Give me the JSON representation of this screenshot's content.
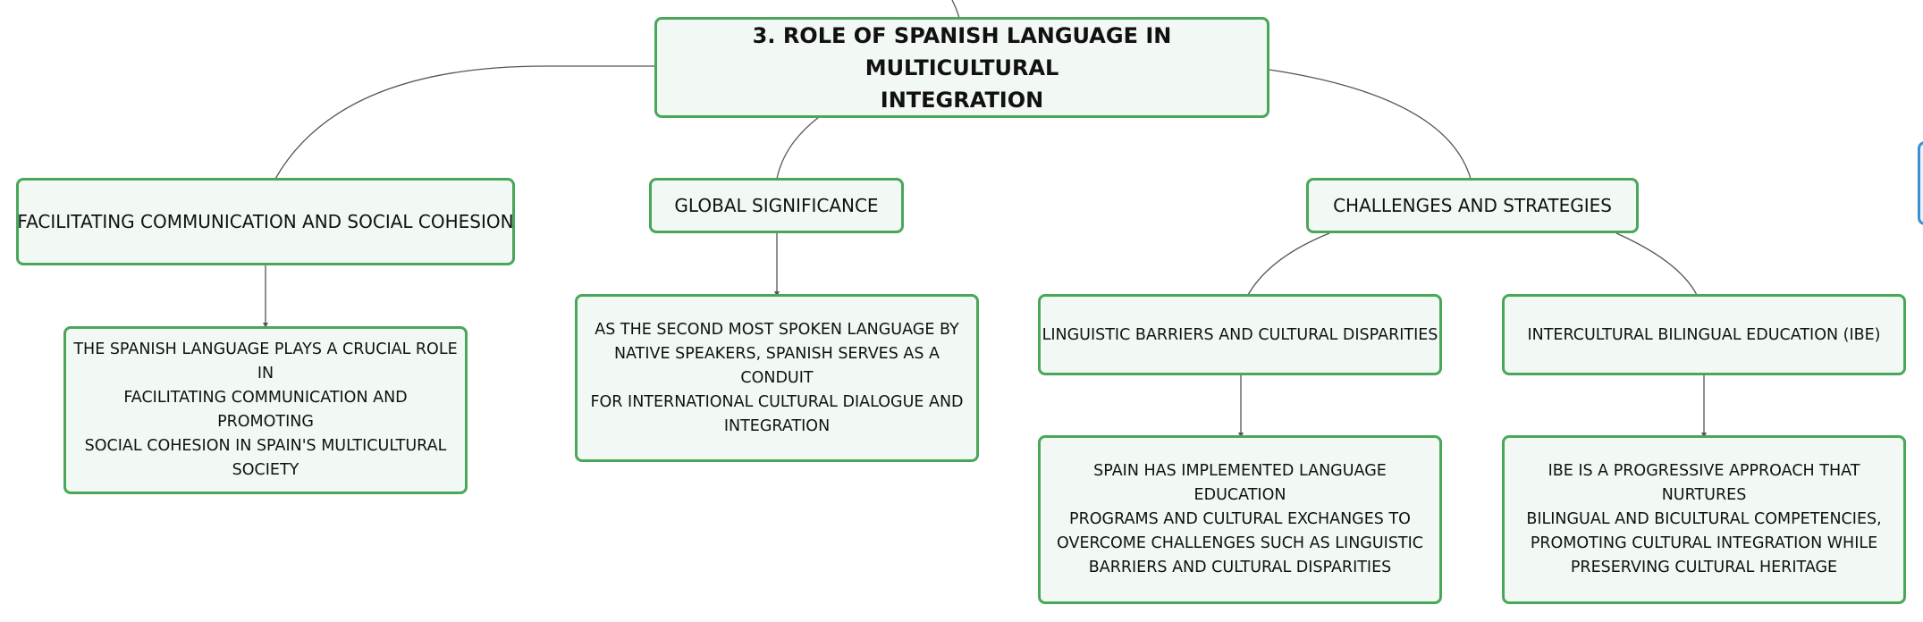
{
  "root": {
    "line1": "3. ROLE OF SPANISH LANGUAGE IN MULTICULTURAL",
    "line2": "INTEGRATION"
  },
  "branches": [
    {
      "label": "FACILITATING COMMUNICATION AND SOCIAL COHESION",
      "detail": [
        "THE SPANISH LANGUAGE PLAYS A CRUCIAL ROLE IN",
        "FACILITATING COMMUNICATION AND PROMOTING",
        "SOCIAL COHESION IN SPAIN'S MULTICULTURAL",
        "SOCIETY"
      ]
    },
    {
      "label": "GLOBAL SIGNIFICANCE",
      "detail": [
        "AS THE SECOND MOST SPOKEN LANGUAGE BY",
        "NATIVE SPEAKERS, SPANISH SERVES AS A CONDUIT",
        "FOR INTERNATIONAL CULTURAL DIALOGUE AND",
        "INTEGRATION"
      ]
    },
    {
      "label": "CHALLENGES AND STRATEGIES",
      "children": [
        {
          "label": "LINGUISTIC BARRIERS AND CULTURAL DISPARITIES",
          "detail": [
            "SPAIN HAS IMPLEMENTED LANGUAGE EDUCATION",
            "PROGRAMS AND CULTURAL EXCHANGES TO",
            "OVERCOME CHALLENGES SUCH AS LINGUISTIC",
            "BARRIERS AND CULTURAL DISPARITIES"
          ]
        },
        {
          "label": "INTERCULTURAL BILINGUAL EDUCATION (IBE)",
          "detail": [
            "IBE IS A PROGRESSIVE APPROACH THAT NURTURES",
            "BILINGUAL AND BICULTURAL COMPETENCIES,",
            "PROMOTING CULTURAL INTEGRATION WHILE",
            "PRESERVING CULTURAL HERITAGE"
          ]
        }
      ]
    }
  ],
  "colors": {
    "node_border": "#4aa75a",
    "node_fill": "#f2f9f4",
    "connector": "#555555",
    "edge_marker": "#3a8fd1"
  }
}
